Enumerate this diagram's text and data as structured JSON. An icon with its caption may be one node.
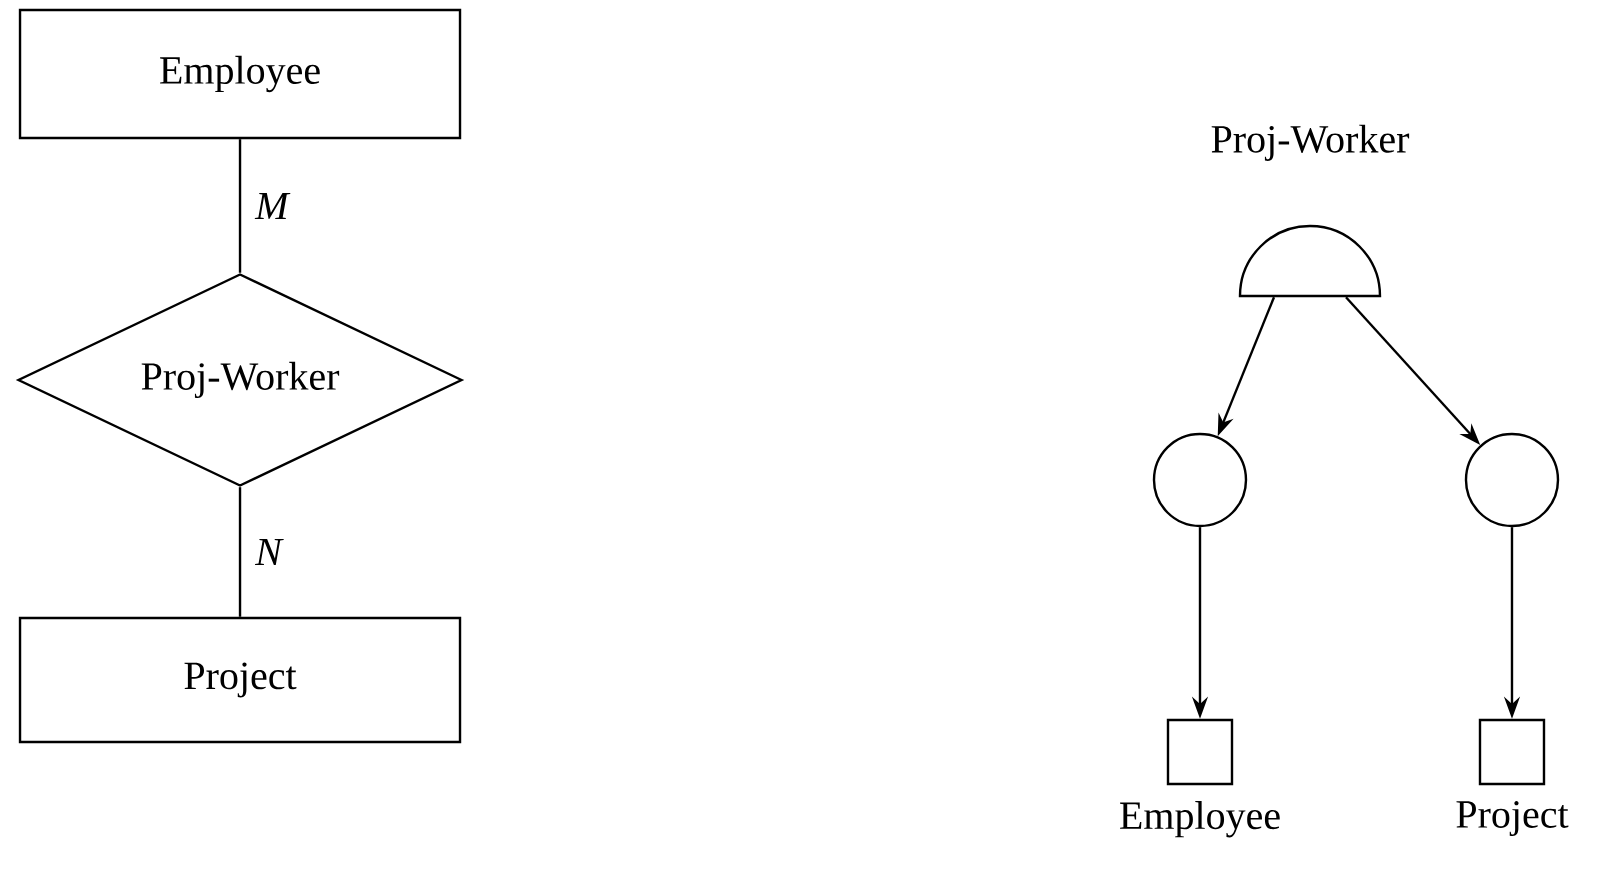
{
  "diagram": {
    "nodes": [
      {
        "text": [
          "Employee"
        ]
      },
      {
        "text": [
          "Proj-Worker"
        ]
      },
      {
        "text": [
          "Project"
        ]
      },
      {
        "text": [
          "Proj-Worker"
        ]
      },
      {
        "text": [],
        "shape": "circle"
      },
      {
        "text": [],
        "shape": "circle"
      },
      {
        "text": [
          "Employee"
        ]
      },
      {
        "text": [
          "Project"
        ]
      }
    ],
    "edges": [
      {
        "from": 0,
        "to": 1,
        "arrow": "none",
        "label": "M"
      },
      {
        "from": 1,
        "to": 2,
        "arrow": "none",
        "label": "N"
      },
      {
        "from": 3,
        "to": 4,
        "arrow": "to"
      },
      {
        "from": 3,
        "to": 5,
        "arrow": "to"
      },
      {
        "from": 4,
        "to": 6,
        "arrow": "to"
      },
      {
        "from": 5,
        "to": 7,
        "arrow": "to"
      }
    ]
  }
}
